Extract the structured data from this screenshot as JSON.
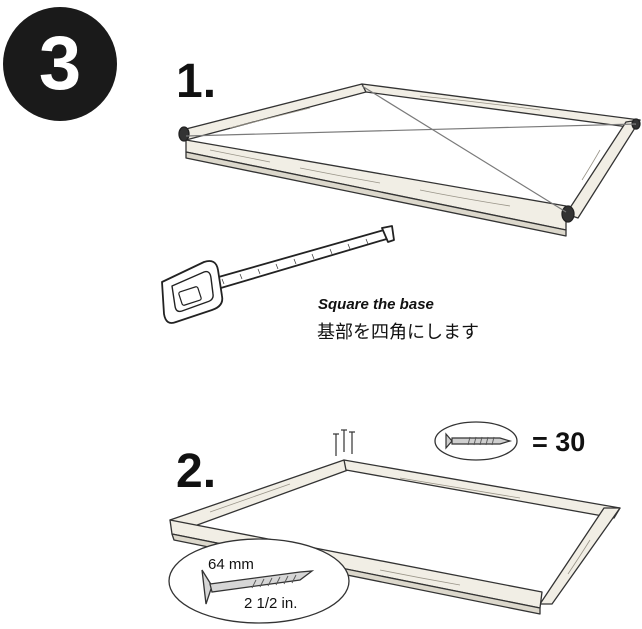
{
  "step": {
    "number": "3"
  },
  "substep1": {
    "number": "1.",
    "caption_en": "Square the base",
    "caption_ja": "基部を四角にします"
  },
  "substep2": {
    "number": "2.",
    "screw_count": "= 30",
    "screw_length_mm": "64 mm",
    "screw_length_in": "2 1/2 in."
  },
  "icons": {
    "frame_1": "wood-frame-with-diagonal-strings",
    "tape": "tape-measure-icon",
    "frame_2": "wood-frame-screwed",
    "screw": "screw-icon",
    "nails": "screws-inserted-icon"
  },
  "colors": {
    "badge": "#1a1a1a",
    "wood": "#f1eee5",
    "outline": "#333333"
  }
}
